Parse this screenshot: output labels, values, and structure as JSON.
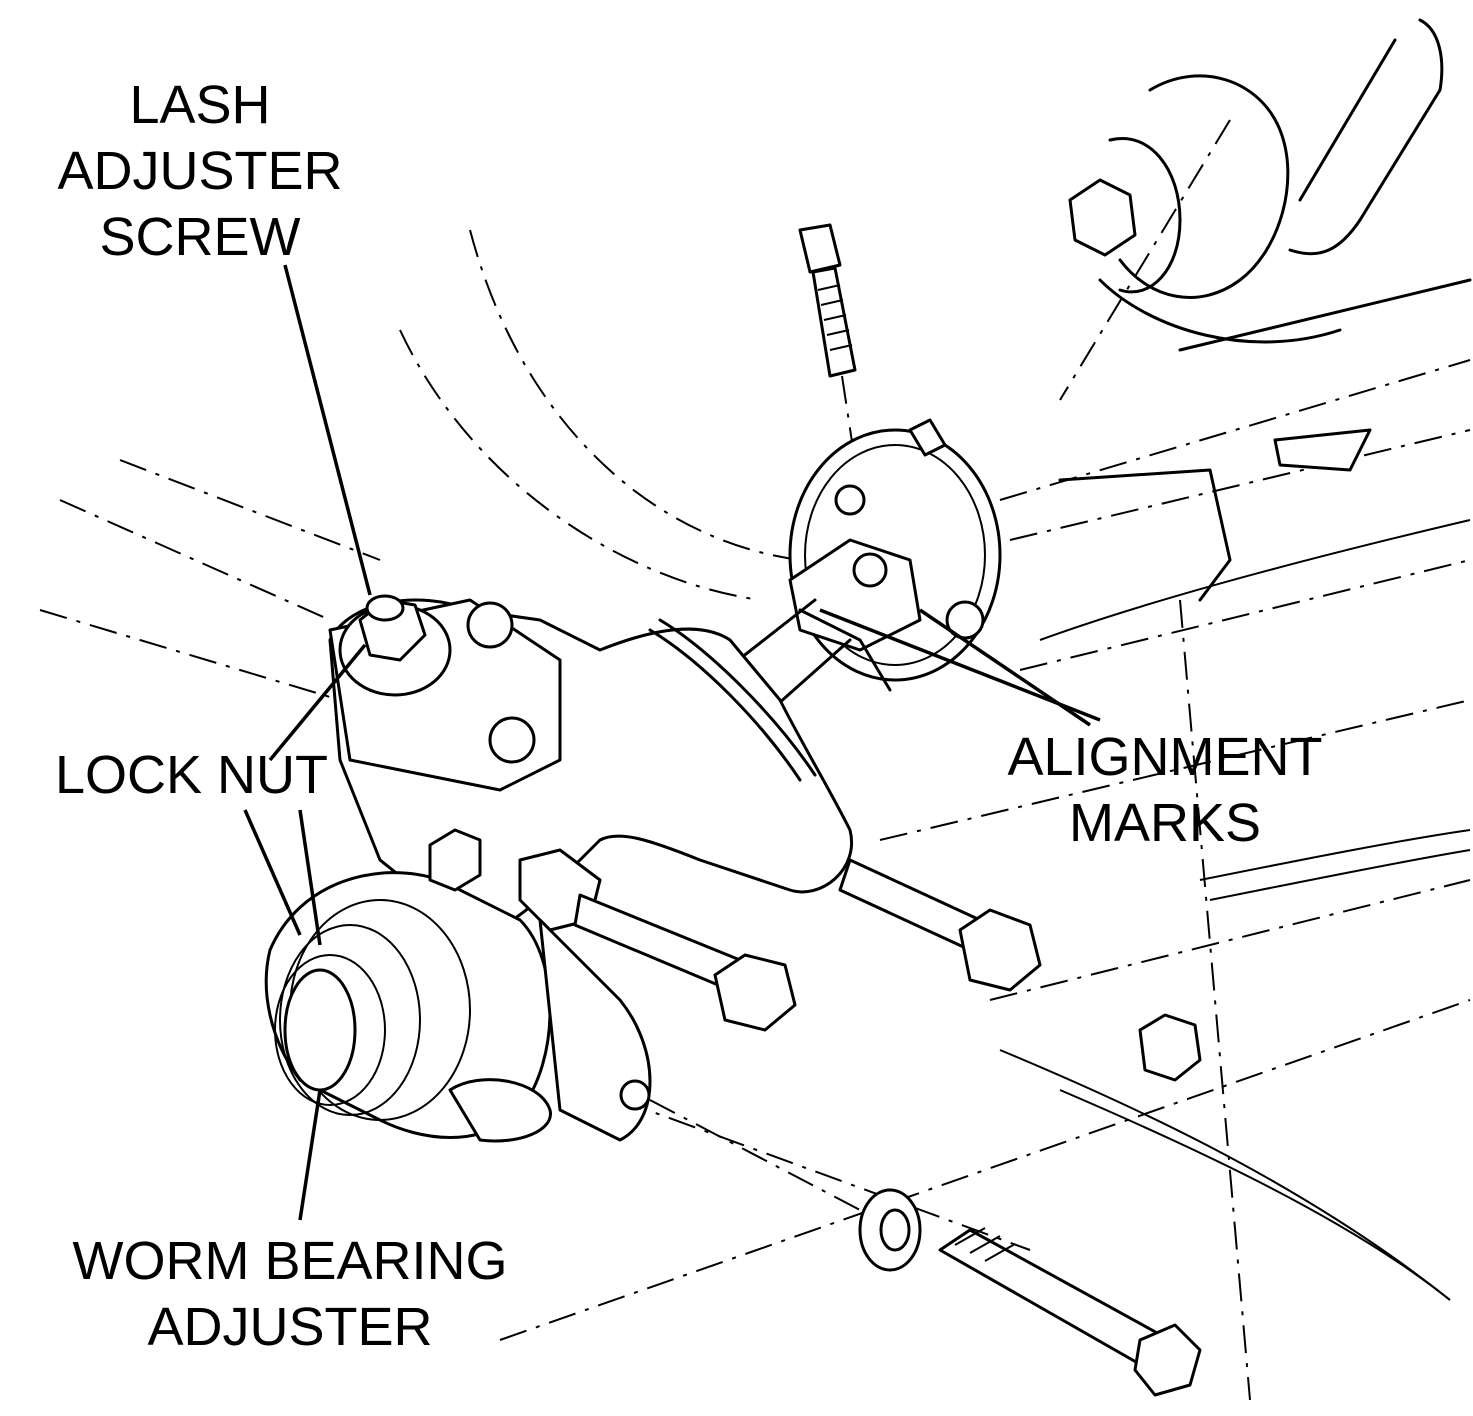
{
  "labels": {
    "lash_adjuster_screw": [
      "LASH",
      "ADJUSTER",
      "SCREW"
    ],
    "lock_nut": [
      "LOCK NUT"
    ],
    "alignment_marks": [
      "ALIGNMENT",
      "MARKS"
    ],
    "worm_bearing_adjuster": [
      "WORM BEARING",
      "ADJUSTER"
    ]
  },
  "colors": {
    "ink": "#000000",
    "paper": "#ffffff"
  }
}
